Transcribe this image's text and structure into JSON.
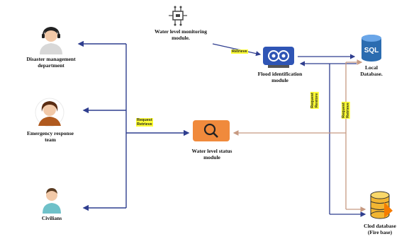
{
  "nodes": {
    "water_level_monitoring": {
      "label_line1": "Water level monitoring",
      "label_line2": "module."
    },
    "flood_identification": {
      "label_line1": "Flood identification",
      "label_line2": "module"
    },
    "local_database": {
      "icon_text": "SQL",
      "label_line1": "Local",
      "label_line2": "Database."
    },
    "disaster_management": {
      "label_line1": "Disaster management",
      "label_line2": "department"
    },
    "emergency_response": {
      "label_line1": "Emergency response",
      "label_line2": "team"
    },
    "water_level_status": {
      "label_line1": "Water level status",
      "label_line2": "module"
    },
    "civilians": {
      "label_line1": "Civilians"
    },
    "cloud_database": {
      "label_line1": "Clod database",
      "label_line2": "(Fire base)"
    }
  },
  "connectors": {
    "retrieve_top": "Retrieve",
    "request_retrieve_left_1": "Request",
    "request_retrieve_left_2": "Retrieve",
    "request_restore_1": "Request",
    "request_restore_2": "Restore",
    "request_retrieve_right_1": "Request",
    "request_retrieve_right_2": "Retrieve"
  },
  "colors": {
    "blue_line": "#2f3e8f",
    "brown_line": "#c79a82",
    "tag_bg": "#ffff33",
    "search_icon_bg": "#f08a3c",
    "sql_icon": "#2b6cb0"
  }
}
